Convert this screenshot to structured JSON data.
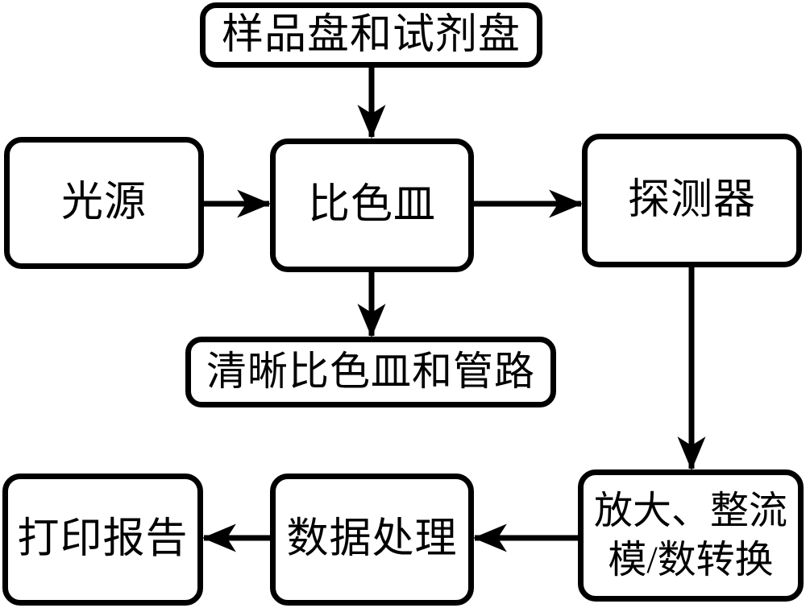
{
  "diagram": {
    "type": "flowchart",
    "background_color": "#ffffff",
    "line_color": "#000000",
    "text_color": "#000000",
    "nodes": {
      "sample_tray": {
        "label": "样品盘和试剂盘"
      },
      "light_source": {
        "label": "光源"
      },
      "cuvette": {
        "label": "比色皿"
      },
      "detector": {
        "label": "探测器"
      },
      "clean_cuvette": {
        "label": "清晰比色皿和管路"
      },
      "amplify_adc": {
        "label": "放大、整流\n模/数转换"
      },
      "data_processing": {
        "label": "数据处理"
      },
      "print_report": {
        "label": "打印报告"
      }
    },
    "edges": [
      {
        "from": "样品盘和试剂盘",
        "to": "比色皿",
        "direction": "down"
      },
      {
        "from": "光源",
        "to": "比色皿",
        "direction": "right"
      },
      {
        "from": "比色皿",
        "to": "探测器",
        "direction": "right"
      },
      {
        "from": "比色皿",
        "to": "清晰比色皿和管路",
        "direction": "down"
      },
      {
        "from": "探测器",
        "to": "放大、整流模/数转换",
        "direction": "down"
      },
      {
        "from": "放大、整流模/数转换",
        "to": "数据处理",
        "direction": "left"
      },
      {
        "from": "数据处理",
        "to": "打印报告",
        "direction": "left"
      }
    ]
  }
}
